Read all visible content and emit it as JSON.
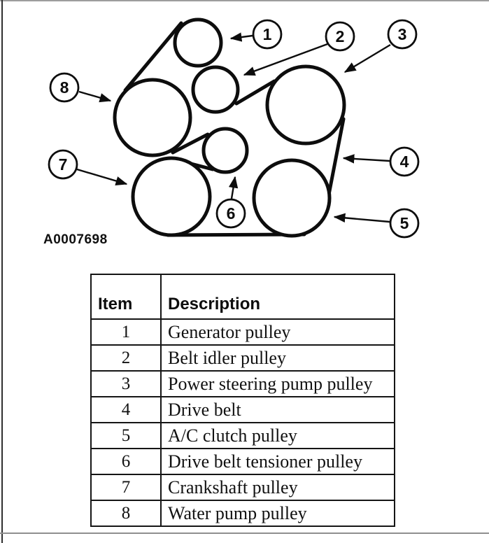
{
  "figure": {
    "code": "A0007698",
    "callouts": [
      {
        "label": "1"
      },
      {
        "label": "2"
      },
      {
        "label": "3"
      },
      {
        "label": "4"
      },
      {
        "label": "5"
      },
      {
        "label": "6"
      },
      {
        "label": "7"
      },
      {
        "label": "8"
      }
    ]
  },
  "table": {
    "headers": {
      "item": "Item",
      "description": "Description"
    },
    "rows": [
      {
        "item": "1",
        "description": "Generator pulley"
      },
      {
        "item": "2",
        "description": "Belt idler pulley"
      },
      {
        "item": "3",
        "description": "Power steering pump pulley"
      },
      {
        "item": "4",
        "description": "Drive belt"
      },
      {
        "item": "5",
        "description": "A/C clutch pulley"
      },
      {
        "item": "6",
        "description": "Drive belt tensioner pulley"
      },
      {
        "item": "7",
        "description": "Crankshaft pulley"
      },
      {
        "item": "8",
        "description": "Water pump pulley"
      }
    ]
  },
  "colors": {
    "ink": "#0d0d0d",
    "frame_gray": "#9d9d9d"
  }
}
